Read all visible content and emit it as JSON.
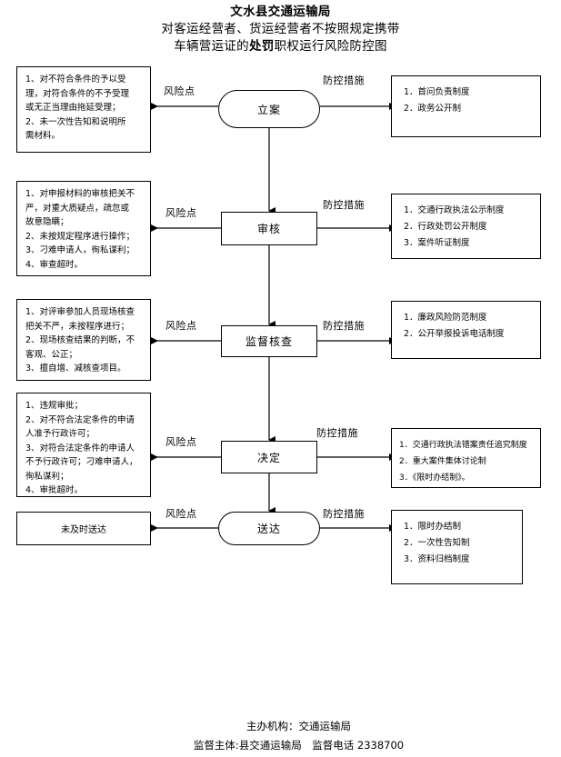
{
  "header": {
    "org": "文水县交通运输局",
    "subject_line": "对客运经营者、货运经营者不按照规定携带",
    "title_pre": "车辆营运证的",
    "title_em": "处罚",
    "title_post": "职权运行风险防控图"
  },
  "labels": {
    "risk": "风险点",
    "measure": "防控措施"
  },
  "nodes": [
    {
      "id": "node-liaan",
      "label": "立案",
      "shape": "stadium"
    },
    {
      "id": "node-shenhe",
      "label": "审核",
      "shape": "rect"
    },
    {
      "id": "node-jiandu",
      "label": "监督核查",
      "shape": "rect"
    },
    {
      "id": "node-jueding",
      "label": "决定",
      "shape": "rect"
    },
    {
      "id": "node-songda",
      "label": "送达",
      "shape": "stadium"
    }
  ],
  "risks": [
    {
      "for": "立案",
      "lines": [
        "1、对不符合条件的予以受",
        "理，对符合条件的不予受理",
        "或无正当理由拖延受理；",
        "2、未一次性告知和说明所",
        "需材料。"
      ]
    },
    {
      "for": "审核",
      "lines": [
        "1、对申报材料的审核把关不",
        "严，对重大质疑点，疏忽或",
        "故意隐瞒；",
        "2、未按规定程序进行操作；",
        "3、刁难申请人，徇私谋利；",
        "4、审查超时。"
      ]
    },
    {
      "for": "监督核查",
      "lines": [
        "1、对评审参加人员现场核查",
        "把关不严，未按程序进行；",
        "2、现场核查结果的判断，不",
        "客观、公正；",
        "3、擅自增、减核查项目。"
      ]
    },
    {
      "for": "决定",
      "lines": [
        "1、违规审批；",
        "2、对不符合法定条件的申请",
        "人准予行政许可；",
        "3、对符合法定条件的申请人",
        "不予行政许可；刁难申请人，",
        "徇私谋利；",
        "4、审批超时。"
      ]
    },
    {
      "for": "送达",
      "lines": [
        "未及时送达"
      ]
    }
  ],
  "measures": [
    {
      "for": "立案",
      "lines": [
        "1．首问负责制度",
        "2．政务公开制"
      ]
    },
    {
      "for": "审核",
      "lines": [
        "1．交通行政执法公示制度",
        "2．行政处罚公开制度",
        "3．案件听证制度"
      ]
    },
    {
      "for": "监督核查",
      "lines": [
        "1．廉政风险防范制度",
        "2．公开举报投诉电话制度"
      ]
    },
    {
      "for": "决定",
      "lines": [
        "1．交通行政执法错案责任追究制度",
        "2．重大案件集体讨论制",
        "3．《限时办结制》。"
      ]
    },
    {
      "for": "送达",
      "lines": [
        "1．限时办结制",
        "2．一次性告知制",
        "3．资料归档制度"
      ]
    }
  ],
  "footer": {
    "line1": "主办机构：交通运输局",
    "line2": "监督主体:县交通运输局　监督电话 2338700"
  }
}
